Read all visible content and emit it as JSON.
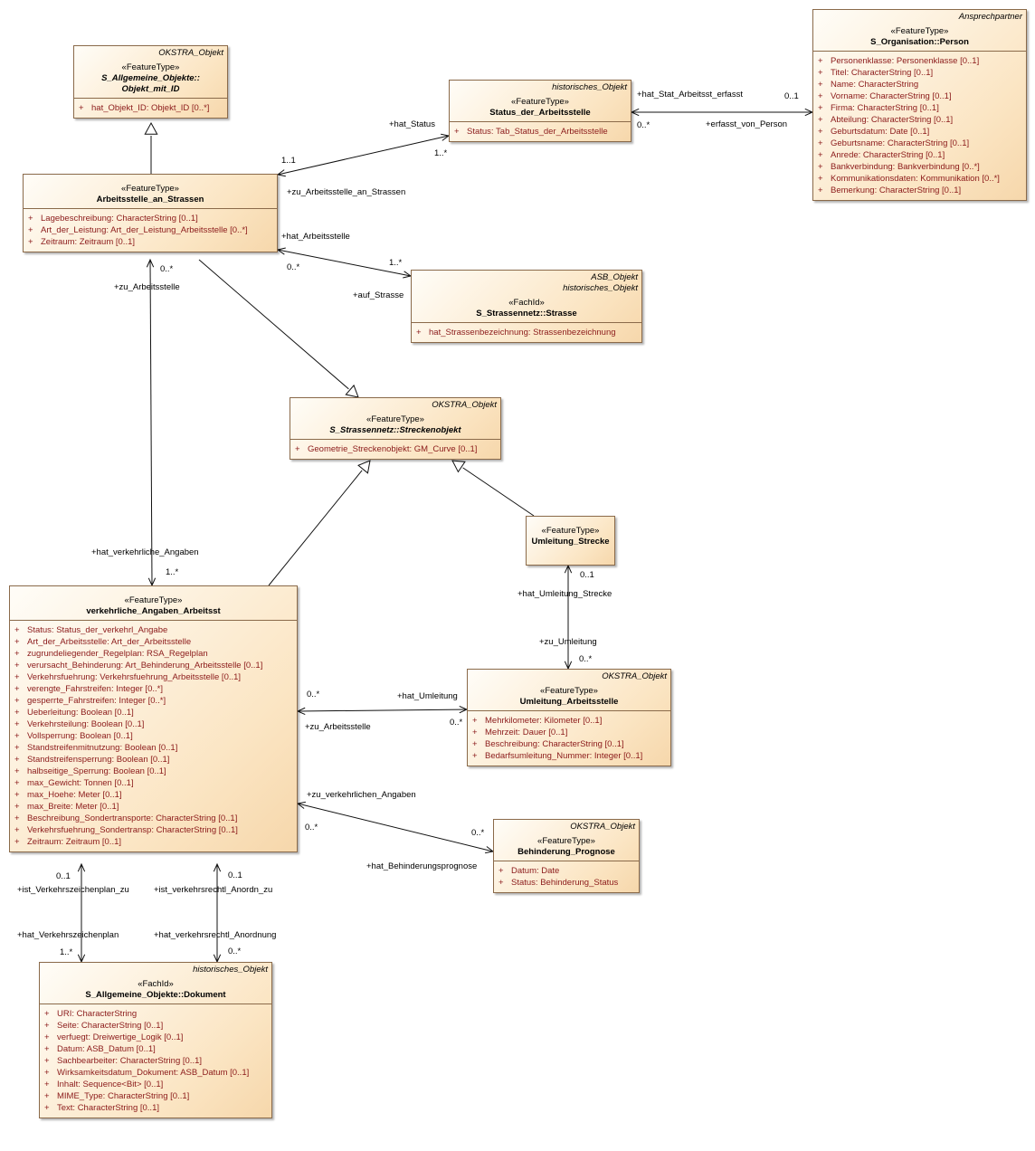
{
  "classes": {
    "objekt_mit_id": {
      "tags": [
        "OKSTRA_Objekt"
      ],
      "stereotype": "«FeatureType»",
      "name_lines": [
        "S_Allgemeine_Objekte::",
        "Objekt_mit_ID"
      ],
      "attributes": [
        "hat_Objekt_ID: Objekt_ID [0..*]"
      ]
    },
    "arbeitsstelle": {
      "tags": [],
      "stereotype": "«FeatureType»",
      "name_lines": [
        "Arbeitsstelle_an_Strassen"
      ],
      "attributes": [
        "Lagebeschreibung: CharacterString [0..1]",
        "Art_der_Leistung: Art_der_Leistung_Arbeitsstelle [0..*]",
        "Zeitraum: Zeitraum [0..1]"
      ]
    },
    "status": {
      "tags": [
        "historisches_Objekt"
      ],
      "stereotype": "«FeatureType»",
      "name_lines": [
        "Status_der_Arbeitsstelle"
      ],
      "attributes": [
        "Status: Tab_Status_der_Arbeitsstelle"
      ]
    },
    "person": {
      "tags": [
        "Ansprechpartner"
      ],
      "stereotype": "«FeatureType»",
      "name_lines": [
        "S_Organisation::Person"
      ],
      "attributes": [
        "Personenklasse: Personenklasse [0..1]",
        "Titel: CharacterString [0..1]",
        "Name: CharacterString",
        "Vorname: CharacterString [0..1]",
        "Firma: CharacterString [0..1]",
        "Abteilung: CharacterString [0..1]",
        "Geburtsdatum: Date [0..1]",
        "Geburtsname: CharacterString [0..1]",
        "Anrede: CharacterString [0..1]",
        "Bankverbindung: Bankverbindung [0..*]",
        "Kommunikationsdaten: Kommunikation [0..*]",
        "Bemerkung: CharacterString [0..1]"
      ]
    },
    "strasse": {
      "tags": [
        "ASB_Objekt",
        "historisches_Objekt"
      ],
      "stereotype": "«FachId»",
      "name_lines": [
        "S_Strassennetz::Strasse"
      ],
      "attributes": [
        "hat_Strassenbezeichnung: Strassenbezeichnung"
      ]
    },
    "streckenobjekt": {
      "tags": [
        "OKSTRA_Objekt"
      ],
      "stereotype": "«FeatureType»",
      "name_lines": [
        "S_Strassennetz::Streckenobjekt"
      ],
      "attributes": [
        "Geometrie_Streckenobjekt: GM_Curve [0..1]"
      ]
    },
    "umleitung_strecke": {
      "tags": [],
      "stereotype": "«FeatureType»",
      "name_lines": [
        "Umleitung_Strecke"
      ],
      "attributes": []
    },
    "verkehrliche": {
      "tags": [],
      "stereotype": "«FeatureType»",
      "name_lines": [
        "verkehrliche_Angaben_Arbeitsst"
      ],
      "attributes": [
        "Status: Status_der_verkehrl_Angabe",
        "Art_der_Arbeitsstelle: Art_der_Arbeitsstelle",
        "zugrundeliegender_Regelplan: RSA_Regelplan",
        "verursacht_Behinderung: Art_Behinderung_Arbeitsstelle [0..1]",
        "Verkehrsfuehrung: Verkehrsfuehrung_Arbeitsstelle [0..1]",
        "verengte_Fahrstreifen: Integer [0..*]",
        "gesperrte_Fahrstreifen: Integer [0..*]",
        "Ueberleitung: Boolean [0..1]",
        "Verkehrsteilung: Boolean [0..1]",
        "Vollsperrung: Boolean [0..1]",
        "Standstreifenmitnutzung: Boolean [0..1]",
        "Standstreifensperrung: Boolean [0..1]",
        "halbseitige_Sperrung: Boolean [0..1]",
        "max_Gewicht: Tonnen [0..1]",
        "max_Hoehe: Meter [0..1]",
        "max_Breite: Meter [0..1]",
        "Beschreibung_Sondertransporte: CharacterString [0..1]",
        "Verkehrsfuehrung_Sondertransp: CharacterString [0..1]",
        "Zeitraum: Zeitraum [0..1]"
      ]
    },
    "umleitung_arbeitsstelle": {
      "tags": [
        "OKSTRA_Objekt"
      ],
      "stereotype": "«FeatureType»",
      "name_lines": [
        "Umleitung_Arbeitsstelle"
      ],
      "attributes": [
        "Mehrkilometer: Kilometer [0..1]",
        "Mehrzeit: Dauer [0..1]",
        "Beschreibung: CharacterString [0..1]",
        "Bedarfsumleitung_Nummer: Integer [0..1]"
      ]
    },
    "behinderung": {
      "tags": [
        "OKSTRA_Objekt"
      ],
      "stereotype": "«FeatureType»",
      "name_lines": [
        "Behinderung_Prognose"
      ],
      "attributes": [
        "Datum: Date",
        "Status: Behinderung_Status"
      ]
    },
    "dokument": {
      "tags": [
        "historisches_Objekt"
      ],
      "stereotype": "«FachId»",
      "name_lines": [
        "S_Allgemeine_Objekte::Dokument"
      ],
      "attributes": [
        "URI: CharacterString",
        "Seite: CharacterString [0..1]",
        "verfuegt: Dreiwertige_Logik [0..1]",
        "Datum: ASB_Datum [0..1]",
        "Sachbearbeiter: CharacterString [0..1]",
        "Wirksamkeitsdatum_Dokument: ASB_Datum [0..1]",
        "Inhalt: Sequence<Bit> [0..1]",
        "MIME_Type: CharacterString [0..1]",
        "Text: CharacterString [0..1]"
      ]
    }
  },
  "attribute_marker": "+",
  "labels": {
    "hat_status": "+hat_Status",
    "m_status_11": "1..1",
    "m_status_1n": "1..*",
    "zu_arbeitsstelle_an_strassen": "+zu_Arbeitsstelle_an_Strassen",
    "hat_stat_arbeitsst_erfasst": "+hat_Stat_Arbeitsst_erfasst",
    "m_person_01": "0..1",
    "m_person_0n": "0..*",
    "erfasst_von_person": "+erfasst_von_Person",
    "hat_arbeitsstelle": "+hat_Arbeitsstelle",
    "m_strasse_0n": "0..*",
    "m_strasse_1n": "1..*",
    "auf_strasse": "+auf_Strasse",
    "m_zu_arb_0n": "0..*",
    "zu_arbeitsstelle": "+zu_Arbeitsstelle",
    "hat_verkehrliche_angaben": "+hat_verkehrliche_Angaben",
    "m_verk_1n": "1..*",
    "m_ums_01": "0..1",
    "hat_umleitung_strecke": "+hat_Umleitung_Strecke",
    "zu_umleitung": "+zu_Umleitung",
    "m_uma_0n": "0..*",
    "m_hat_uml_0n_left": "0..*",
    "hat_umleitung": "+hat_Umleitung",
    "zu_arbeitsstelle_2": "+zu_Arbeitsstelle",
    "m_hat_uml_0n_right": "0..*",
    "zu_verkehrlichen_angaben": "+zu_verkehrlichen_Angaben",
    "m_beh_0n_left": "0..*",
    "m_beh_0n_right": "0..*",
    "hat_behinderungsprognose": "+hat_Behinderungsprognose",
    "m_vzp_01": "0..1",
    "ist_verkehrszeichenplan_zu": "+ist_Verkehrszeichenplan_zu",
    "m_ano_01": "0..1",
    "ist_verkehrsrechtl_anordn_zu": "+ist_verkehrsrechtl_Anordn_zu",
    "hat_verkehrszeichenplan": "+hat_Verkehrszeichenplan",
    "m_vzp_1n": "1..*",
    "hat_verkehrsrechtl_anordnung": "+hat_verkehrsrechtl_Anordnung",
    "m_ano_0n": "0..*"
  }
}
